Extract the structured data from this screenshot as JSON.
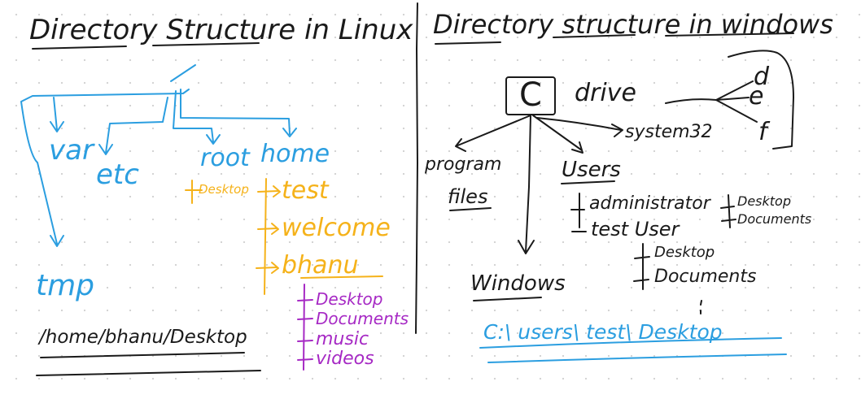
{
  "linux": {
    "title": "Directory Structure in Linux",
    "nodes": {
      "var": "var",
      "etc": "etc",
      "tmp": "tmp",
      "root": "root",
      "home": "home",
      "desktop": "Desktop",
      "test": "test",
      "welcome": "welcome",
      "bhanu": "bhanu",
      "b_desktop": "Desktop",
      "b_documents": "Documents",
      "b_music": "music",
      "b_videos": "videos"
    },
    "example_path": "/home/bhanu/Desktop"
  },
  "windows": {
    "title": "Directory structure in windows",
    "nodes": {
      "c": "C",
      "drive": "drive",
      "d": "d",
      "e": "e",
      "f": "f",
      "system32": "system32",
      "program": "program",
      "files": "files",
      "users": "Users",
      "administrator": "administrator",
      "admin_desktop": "Desktop",
      "admin_documents": "Documents",
      "test_user": "test User",
      "tu_desktop": "Desktop",
      "tu_documents": "Documents",
      "windows": "Windows"
    },
    "example_path": "C:\\ users\\ test\\ Desktop"
  },
  "colors": {
    "ink": "#1a1a1a",
    "blue": "#2b9ee0",
    "yellow": "#f5b21a",
    "purple": "#a629c4",
    "grid_dots": "#d4d4d4"
  }
}
